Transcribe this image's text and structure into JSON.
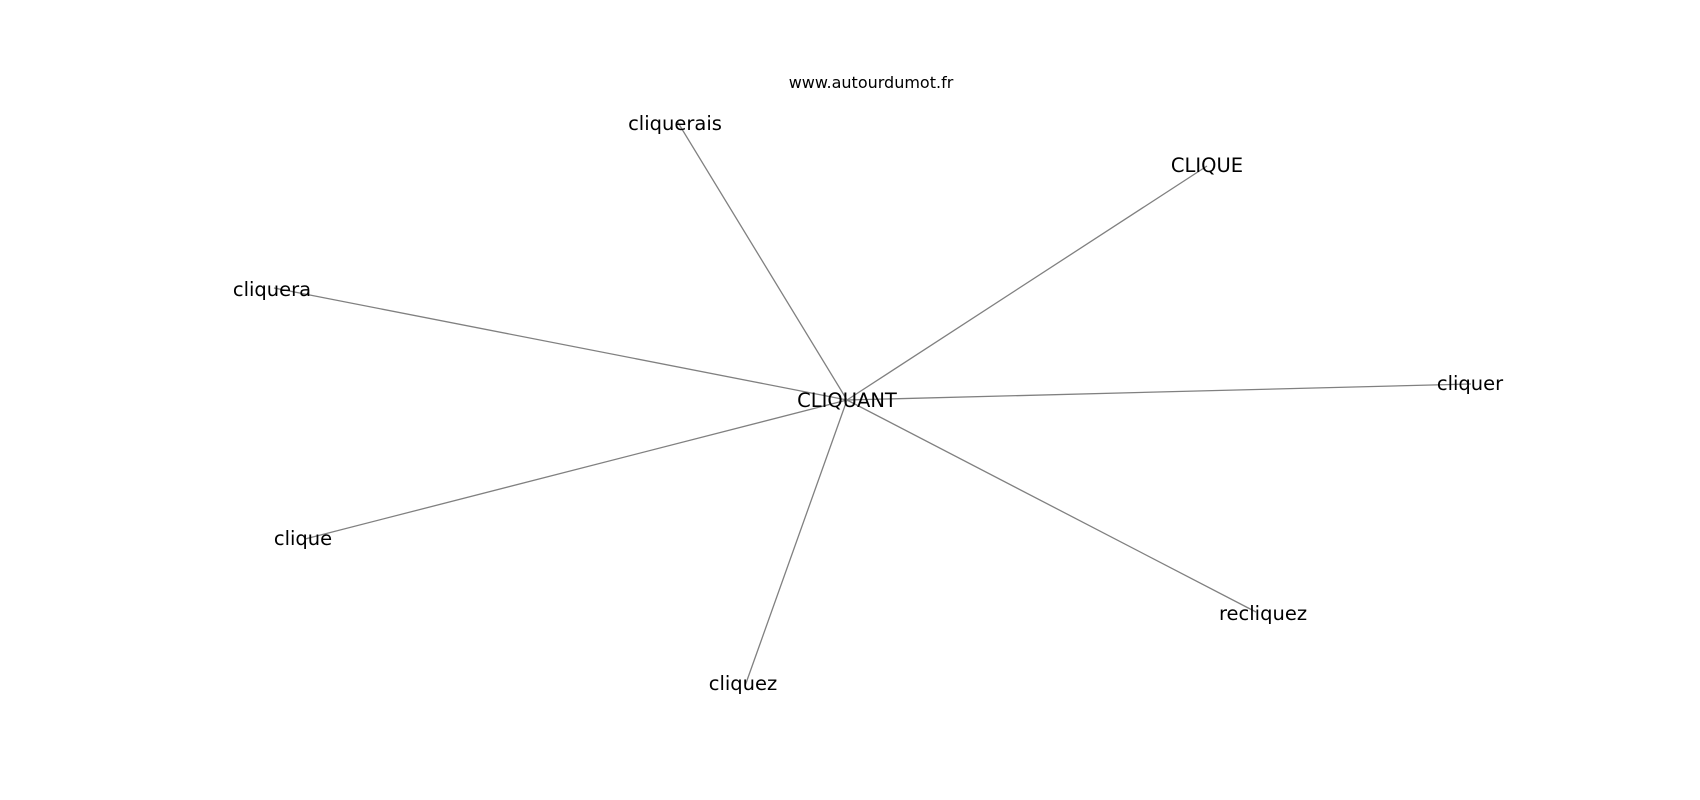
{
  "header": {
    "site": "www.autourdumot.fr"
  },
  "graph": {
    "center": {
      "id": "center",
      "label": "CLIQUANT"
    },
    "nodes": [
      {
        "id": "cliquerais",
        "label": "cliquerais"
      },
      {
        "id": "CLIQUE",
        "label": "CLIQUE"
      },
      {
        "id": "cliquera",
        "label": "cliquera"
      },
      {
        "id": "cliquer",
        "label": "cliquer"
      },
      {
        "id": "clique",
        "label": "clique"
      },
      {
        "id": "recliquez",
        "label": "recliquez"
      },
      {
        "id": "cliquez",
        "label": "cliquez"
      }
    ],
    "edges": [
      [
        "center",
        "cliquerais"
      ],
      [
        "center",
        "CLIQUE"
      ],
      [
        "center",
        "cliquera"
      ],
      [
        "center",
        "cliquer"
      ],
      [
        "center",
        "clique"
      ],
      [
        "center",
        "recliquez"
      ],
      [
        "center",
        "cliquez"
      ]
    ],
    "edge_color": "#808080",
    "text_color": "#000000"
  }
}
